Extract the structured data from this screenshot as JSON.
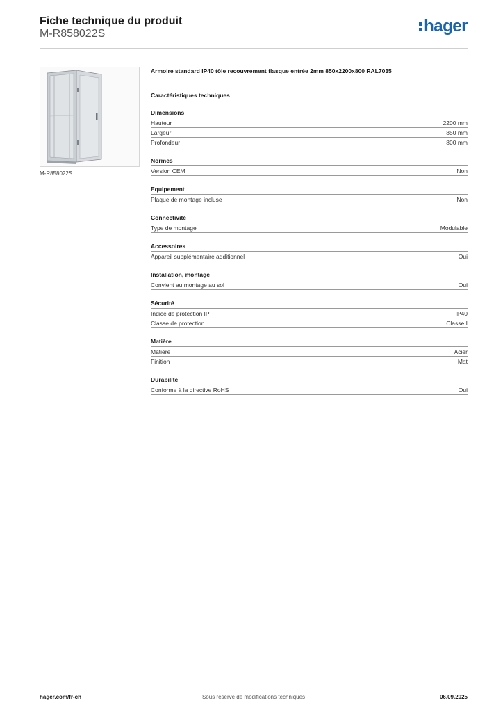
{
  "header": {
    "title": "Fiche technique du produit",
    "subtitle": "M-R858022S",
    "logo": "hager",
    "logo_color": "#1a63b0"
  },
  "product": {
    "image_icon": "cabinet-image",
    "caption": "M-R858022S",
    "description": "Armoire standard IP40 tôle recouvrement flasque entrée 2mm 850x2200x800 RAL7035"
  },
  "tech_title": "Caractéristiques techniques",
  "sections": [
    {
      "title": "Dimensions",
      "rows": [
        {
          "label": "Hauteur",
          "value": "2200 mm"
        },
        {
          "label": "Largeur",
          "value": "850 mm"
        },
        {
          "label": "Profondeur",
          "value": "800 mm"
        }
      ]
    },
    {
      "title": "Normes",
      "rows": [
        {
          "label": "Version CEM",
          "value": "Non"
        }
      ]
    },
    {
      "title": "Equipement",
      "rows": [
        {
          "label": "Plaque de montage incluse",
          "value": "Non"
        }
      ]
    },
    {
      "title": "Connectivité",
      "rows": [
        {
          "label": "Type de montage",
          "value": "Modulable"
        }
      ]
    },
    {
      "title": "Accessoires",
      "rows": [
        {
          "label": "Appareil supplémentaire additionnel",
          "value": "Oui"
        }
      ]
    },
    {
      "title": "Installation, montage",
      "rows": [
        {
          "label": "Convient au montage au sol",
          "value": "Oui"
        }
      ]
    },
    {
      "title": "Sécurité",
      "rows": [
        {
          "label": "Indice de protection IP",
          "value": "IP40"
        },
        {
          "label": "Classe de protection",
          "value": "Classe I"
        }
      ]
    },
    {
      "title": "Matière",
      "rows": [
        {
          "label": "Matière",
          "value": "Acier"
        },
        {
          "label": "Finition",
          "value": "Mat"
        }
      ]
    },
    {
      "title": "Durabilité",
      "rows": [
        {
          "label": "Conforme à la directive RoHS",
          "value": "Oui"
        }
      ]
    }
  ],
  "footer": {
    "website": "hager.com/fr-ch",
    "notice": "Sous réserve de modifications techniques",
    "date": "06.09.2025"
  }
}
